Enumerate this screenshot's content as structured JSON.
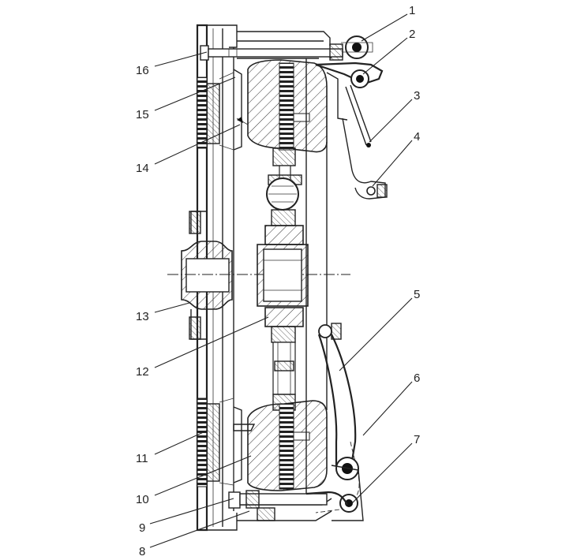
{
  "callouts": [
    {
      "id": "1",
      "text": "1"
    },
    {
      "id": "2",
      "text": "2"
    },
    {
      "id": "3",
      "text": "3"
    },
    {
      "id": "4",
      "text": "4"
    },
    {
      "id": "5",
      "text": "5"
    },
    {
      "id": "6",
      "text": "6"
    },
    {
      "id": "7",
      "text": "7"
    },
    {
      "id": "8",
      "text": "8"
    },
    {
      "id": "9",
      "text": "9"
    },
    {
      "id": "10",
      "text": "10"
    },
    {
      "id": "11",
      "text": "11"
    },
    {
      "id": "12",
      "text": "12"
    },
    {
      "id": "13",
      "text": "13"
    },
    {
      "id": "14",
      "text": "14"
    },
    {
      "id": "15",
      "text": "15"
    },
    {
      "id": "16",
      "text": "16"
    }
  ]
}
